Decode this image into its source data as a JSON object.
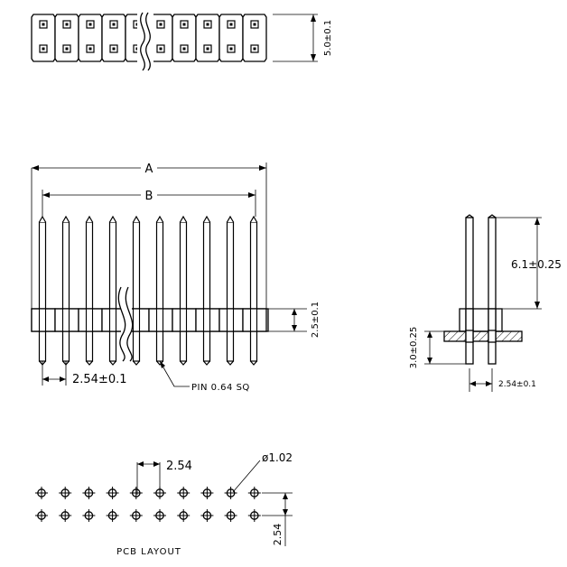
{
  "top_view": {
    "height_dim": "5.0±0.1"
  },
  "front_view": {
    "dim_a": "A",
    "dim_b": "B",
    "pitch_dim": "2.54±0.1",
    "base_height_dim": "2.5±0.1",
    "pin_note": "PIN 0.64 SQ"
  },
  "side_view": {
    "upper_pin_dim": "6.1±0.25",
    "lower_pin_dim": "3.0±0.25",
    "pitch_dim": "2.54±0.1"
  },
  "pcb_layout": {
    "title": "PCB LAYOUT",
    "pitch_h": "2.54",
    "pitch_v": "2.54",
    "hole_dia": "ø1.02"
  }
}
